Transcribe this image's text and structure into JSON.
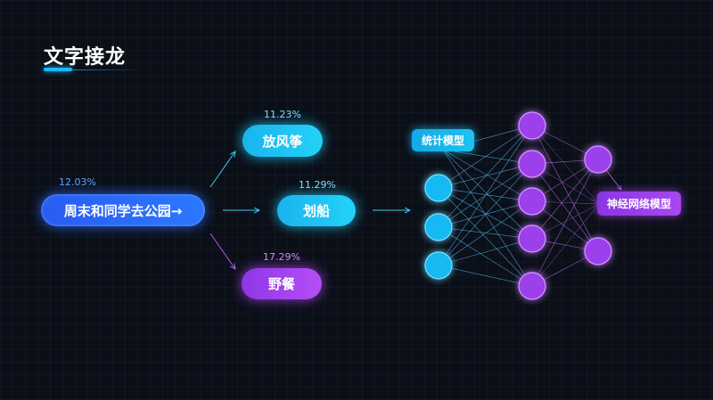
{
  "slide": {
    "title": "文字接龙"
  },
  "nodes": {
    "source": {
      "label": "周末和同学去公园→",
      "probability": "12.03%"
    },
    "kite": {
      "label": "放风筝",
      "probability": "11.23%"
    },
    "boat": {
      "label": "划船",
      "probability": "11.29%"
    },
    "picnic": {
      "label": "野餐",
      "probability": "17.29%"
    }
  },
  "model_labels": {
    "statistical": "统计模型",
    "neural": "神经网络模型"
  },
  "network": {
    "input_neurons": 3,
    "hidden_neurons": 5,
    "output_neurons": 2
  },
  "colors": {
    "background": "#0b0f17",
    "blue": "#2b6bff",
    "cyan": "#1ec6f5",
    "purple": "#a145ef",
    "title_accent": "#19b8ff"
  }
}
